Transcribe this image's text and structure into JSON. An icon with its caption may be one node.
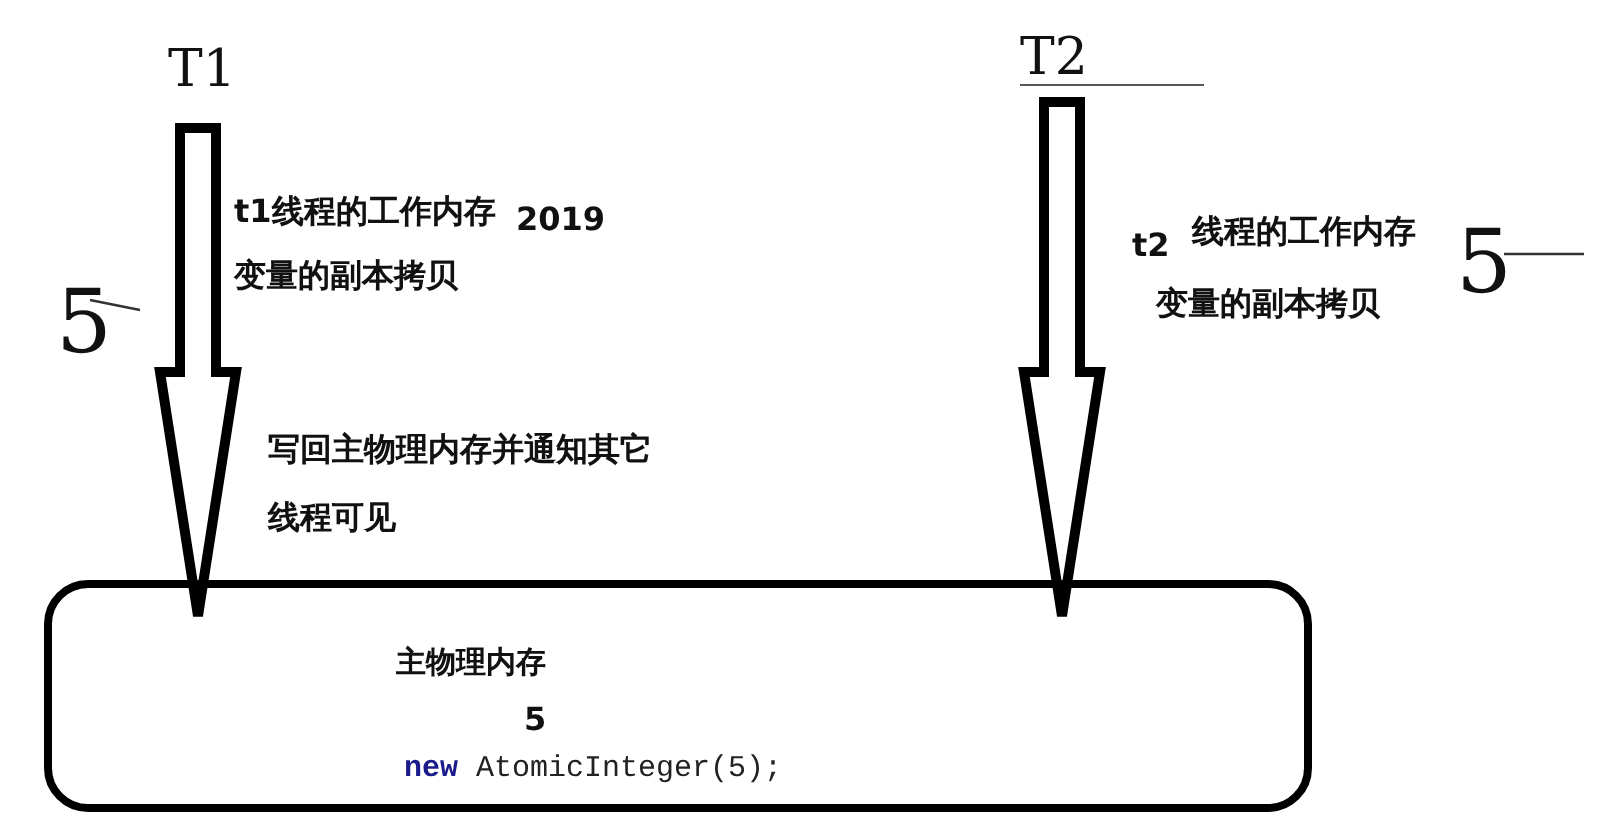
{
  "diagram": {
    "nodes": [
      {
        "text": [
          "T1"
        ]
      },
      {
        "text": [
          "T2"
        ]
      },
      {
        "text": [
          "主物理内存",
          "5",
          "**new** AtomicInteger(5);"
        ]
      }
    ],
    "edges": [
      {
        "from": 0,
        "to": 2,
        "arrow": "to",
        "style": "thick"
      },
      {
        "from": 1,
        "to": 2,
        "arrow": "to",
        "style": "thick"
      }
    ],
    "labels": [
      "t1线程的工作内存变量的副本拷贝",
      "2019",
      "写回主物理内存并通知其它线程可见",
      "t2",
      "线程的工作内存变量的副本拷贝",
      "5",
      "5"
    ]
  }
}
